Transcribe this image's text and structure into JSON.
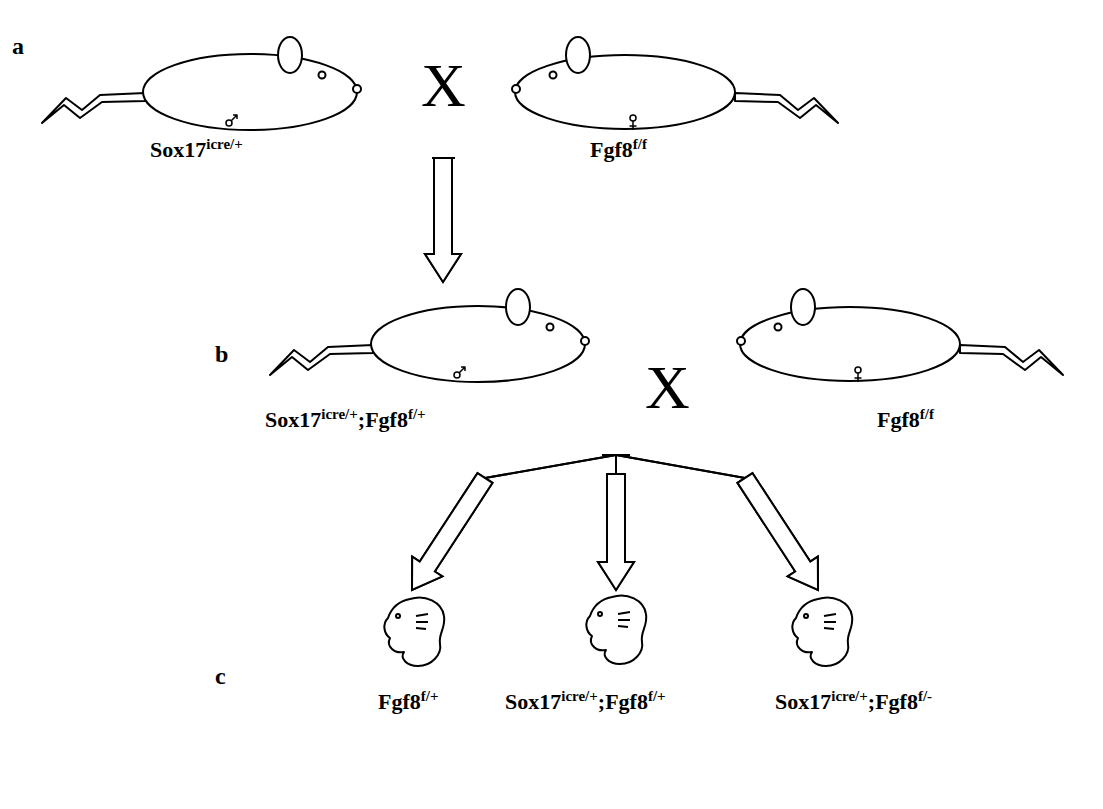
{
  "diagram": {
    "nodes": [
      {
        "text": [
          "Sox17icre/+"
        ]
      },
      {
        "text": [
          "Fgf8f/f"
        ]
      },
      {
        "text": [
          "Sox17icre/+;Fgf8f/+"
        ]
      },
      {
        "text": [
          "Fgf8f/f"
        ]
      },
      {
        "text": [
          "Fgf8f/+"
        ]
      },
      {
        "text": [
          "Sox17icre/+;Fgf8f/+"
        ]
      },
      {
        "text": [
          "Sox17icre/+;Fgf8f/-"
        ]
      }
    ],
    "edges": [
      {
        "from": 0,
        "to": 2,
        "arrow": "to"
      },
      {
        "from": 1,
        "to": 2,
        "arrow": "to"
      },
      {
        "from": 2,
        "to": 4,
        "arrow": "to"
      },
      {
        "from": 2,
        "to": 5,
        "arrow": "to"
      },
      {
        "from": 2,
        "to": 6,
        "arrow": "to"
      },
      {
        "from": 3,
        "to": 4,
        "arrow": "to"
      },
      {
        "from": 3,
        "to": 5,
        "arrow": "to"
      },
      {
        "from": 3,
        "to": 6,
        "arrow": "to"
      }
    ],
    "labels": [
      "a",
      "X",
      "b",
      "X",
      "c"
    ]
  }
}
